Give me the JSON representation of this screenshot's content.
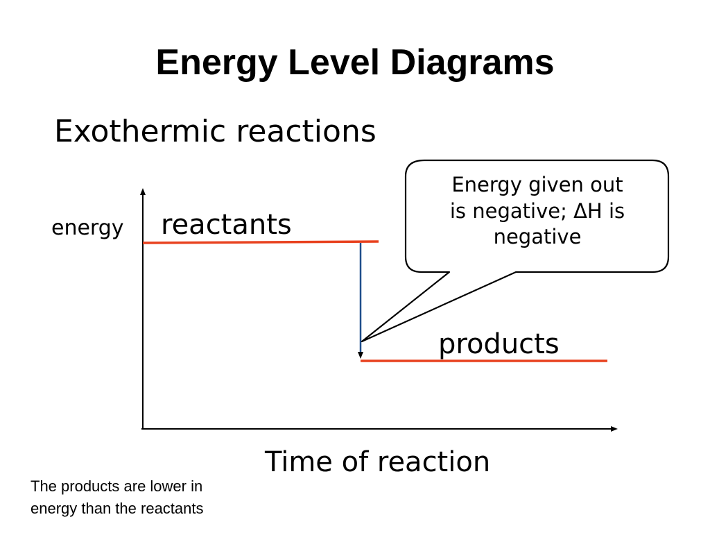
{
  "title": "Energy Level Diagrams",
  "subtitle": "Exothermic reactions",
  "diagram": {
    "y_axis_label": "energy",
    "x_axis_label": "Time of reaction",
    "reactants_label": "reactants",
    "products_label": "products",
    "callout": {
      "line1": "Energy given out",
      "line2": "is negative; ΔH  is",
      "line3": "negative"
    },
    "colors": {
      "level_line": "#e8411e",
      "arrow": "#1f4e8c",
      "axis": "#000000"
    }
  },
  "caption": {
    "line1": "The products are lower in",
    "line2": "energy than the reactants"
  }
}
